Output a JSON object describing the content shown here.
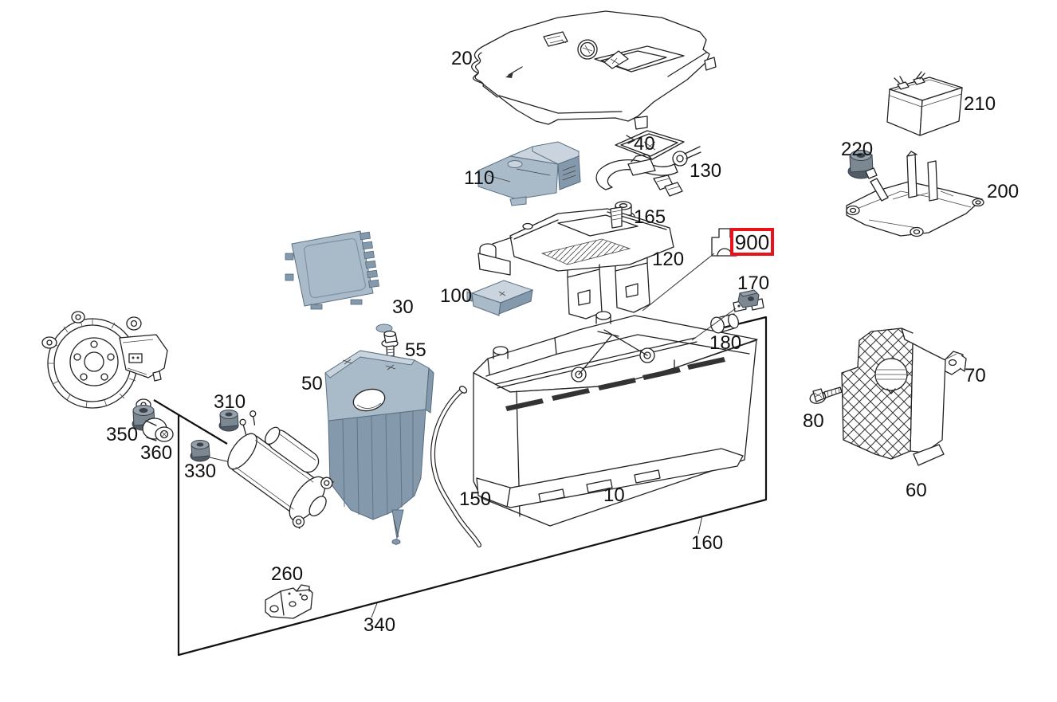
{
  "diagram": {
    "highlighted_part": "900",
    "colors": {
      "background": "#ffffff",
      "line_art": "#222222",
      "highlight_box_border": "#e8121a",
      "part_fill_light": "#c9d4de",
      "part_fill_mid": "#a9bac9",
      "part_fill_dark": "#8499ac",
      "fastener_dark": "#515c66",
      "fastener_mid": "#7b8791"
    },
    "labels": {
      "l10": "10",
      "l20": "20",
      "l30": "30",
      "l40": "40",
      "l50": "50",
      "l55": "55",
      "l60": "60",
      "l70": "70",
      "l80": "80",
      "l100": "100",
      "l110": "110",
      "l120": "120",
      "l130": "130",
      "l150": "150",
      "l160": "160",
      "l165": "165",
      "l170": "170",
      "l180": "180",
      "l200": "200",
      "l210": "210",
      "l220": "220",
      "l260": "260",
      "l310": "310",
      "l330": "330",
      "l340": "340",
      "l350": "350",
      "l360": "360",
      "l900": "900"
    }
  }
}
